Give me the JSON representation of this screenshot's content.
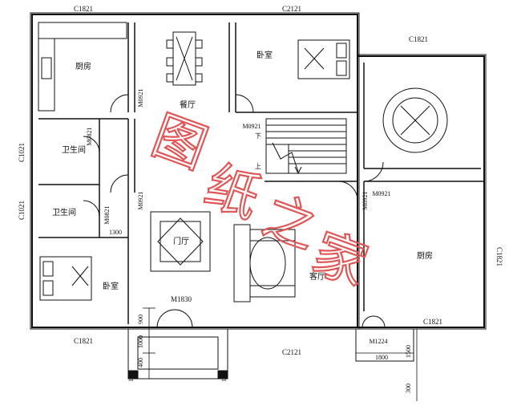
{
  "watermark": {
    "text": "图纸之家",
    "chars": [
      "图",
      "纸",
      "之",
      "家"
    ],
    "color": "#e05555"
  },
  "rooms": {
    "kitchen_top": "厨房",
    "dining": "餐厅",
    "bedroom_top": "卧室",
    "bath_1": "卫生间",
    "bath_2": "卫生间",
    "foyer": "门厅",
    "living": "客厅",
    "kitchen_right": "厨房",
    "bedroom_left": "卧室"
  },
  "windows": {
    "top_left": "C1821",
    "top_middle": "C2121",
    "top_right": "C1821",
    "left_upper": "C1021",
    "left_lower": "C1021",
    "right": "C1821",
    "bottom_left": "C1821",
    "bottom_middle": "C2121",
    "bottom_right": "C1821"
  },
  "doors": {
    "kitchen": "M0921",
    "bath_upper": "M0821",
    "bath_lower": "M0821",
    "bedroom_left": "M0921",
    "stair": "M0921",
    "kitchen_right": "M0921",
    "entrance": "M1830",
    "side_entrance": "M1224"
  },
  "dimensions": {
    "d1300": "1300",
    "d900": "900",
    "d1000": "1000",
    "d400": "400",
    "d100_left": "100",
    "d100_right": "100",
    "d1800": "1800",
    "d1500": "1500",
    "d300": "300"
  },
  "stair_marks": {
    "down": "下",
    "up": "上"
  },
  "colors": {
    "line": "#111111",
    "watermark": "#e05555"
  }
}
